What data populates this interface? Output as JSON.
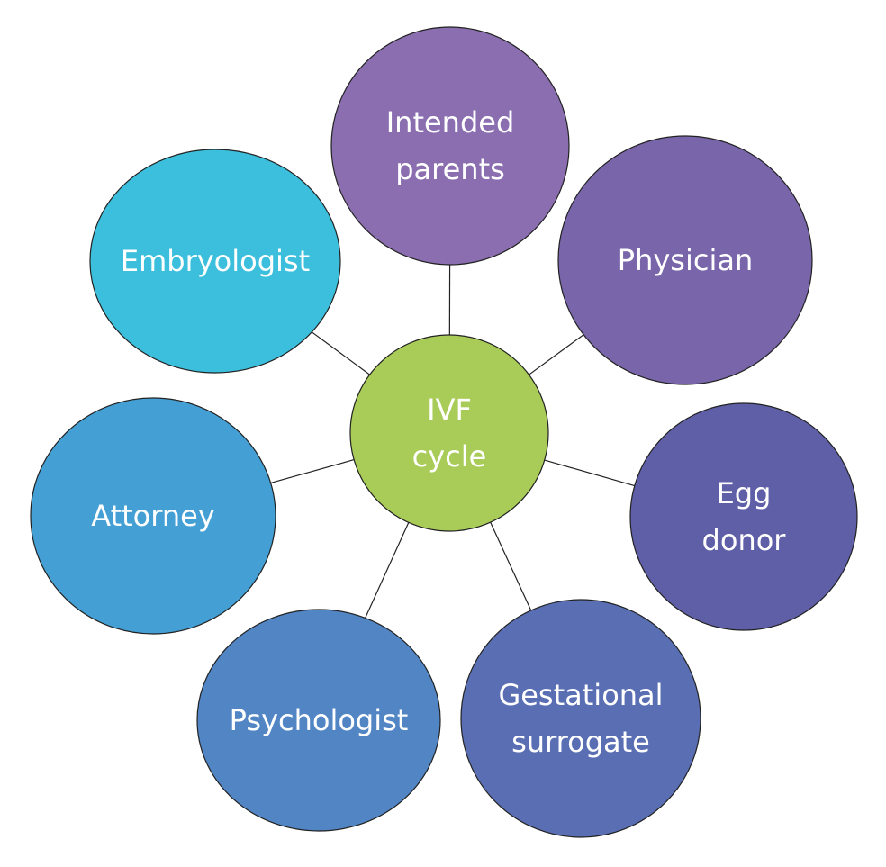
{
  "center": {
    "lines": [
      "IVF",
      "cycle"
    ],
    "color": "#a9cc59"
  },
  "nodes": [
    {
      "id": "intended-parents",
      "lines": [
        "Intended",
        "parents"
      ],
      "color": "#8a6eb0"
    },
    {
      "id": "physician",
      "lines": [
        "Physician"
      ],
      "color": "#7965aa"
    },
    {
      "id": "egg-donor",
      "lines": [
        "Egg",
        "donor"
      ],
      "color": "#5f5fa8"
    },
    {
      "id": "gestational-surrogate",
      "lines": [
        "Gestational",
        "surrogate"
      ],
      "color": "#5a6fb3"
    },
    {
      "id": "psychologist",
      "lines": [
        "Psychologist"
      ],
      "color": "#5185c4"
    },
    {
      "id": "attorney",
      "lines": [
        "Attorney"
      ],
      "color": "#44a0d4"
    },
    {
      "id": "embryologist",
      "lines": [
        "Embryologist"
      ],
      "color": "#3bbfdc"
    }
  ]
}
